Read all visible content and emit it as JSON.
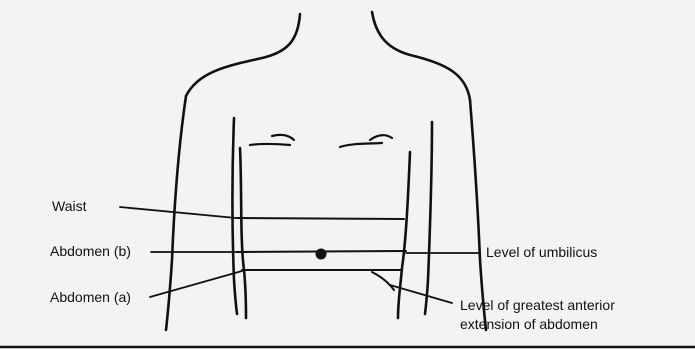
{
  "diagram": {
    "labels": {
      "waist": "Waist",
      "abdomen_b": "Abdomen (b)",
      "abdomen_a": "Abdomen (a)",
      "umbilicus": "Level of umbilicus",
      "anterior_line1": "Level of greatest anterior",
      "anterior_line2": "extension of abdomen"
    },
    "colors": {
      "ink": "#111111",
      "paper": "#f3f3f1"
    }
  }
}
